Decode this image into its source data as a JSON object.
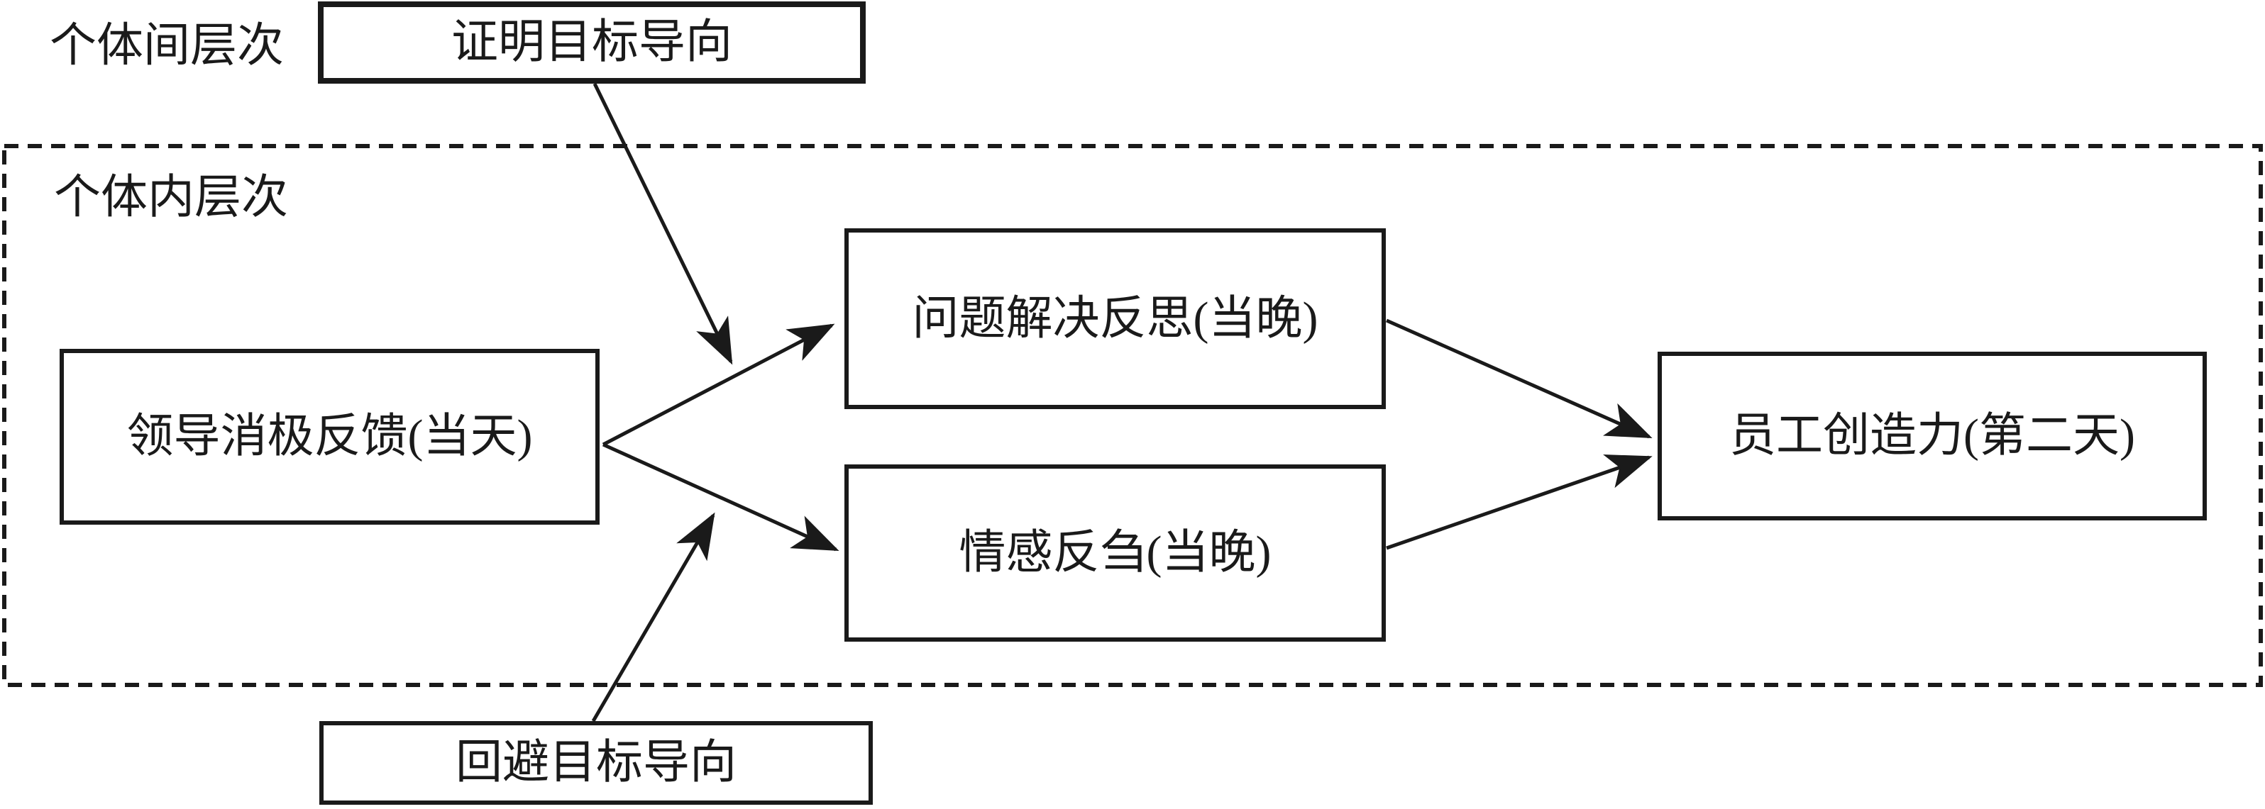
{
  "figure": {
    "type": "path-diagram",
    "background_color": "#ffffff",
    "ink_color": "#1a1a1a",
    "levels": {
      "between_individual": "个体间层次",
      "within_individual": "个体内层次"
    },
    "nodes": {
      "prove_goal_orientation": "证明目标导向",
      "leader_negative_feedback": "领导消极反馈(当天)",
      "problem_solving_reflection": "问题解决反思(当晚)",
      "affective_rumination": "情感反刍(当晚)",
      "employee_creativity": "员工创造力(第二天)",
      "avoidance_goal_orientation": "回避目标导向"
    },
    "edges": [
      {
        "from": "leader_negative_feedback",
        "to": "problem_solving_reflection",
        "type": "direct"
      },
      {
        "from": "leader_negative_feedback",
        "to": "affective_rumination",
        "type": "direct"
      },
      {
        "from": "problem_solving_reflection",
        "to": "employee_creativity",
        "type": "direct"
      },
      {
        "from": "affective_rumination",
        "to": "employee_creativity",
        "type": "direct"
      },
      {
        "from": "prove_goal_orientation",
        "to": "path leader_negative_feedback→problem_solving_reflection",
        "type": "moderation"
      },
      {
        "from": "avoidance_goal_orientation",
        "to": "path leader_negative_feedback→affective_rumination",
        "type": "moderation"
      }
    ]
  }
}
